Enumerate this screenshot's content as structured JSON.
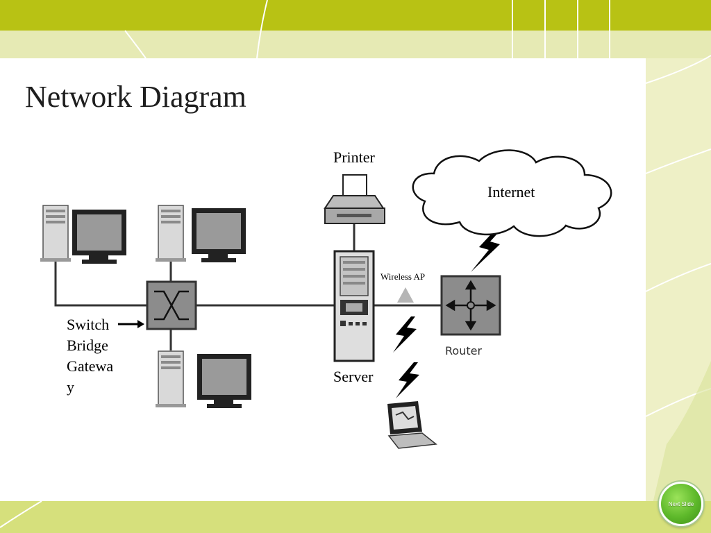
{
  "slide": {
    "title": "Network Diagram",
    "next_button_label": "Next Slide"
  },
  "diagram": {
    "labels": {
      "printer": "Printer",
      "internet": "Internet",
      "wireless_ap": "Wireless AP",
      "server": "Server",
      "router": "Router",
      "switch_lines": [
        "Switch",
        "Bridge",
        "Gatewa",
        "y"
      ]
    },
    "nodes": [
      "workstation-1",
      "workstation-2",
      "workstation-3",
      "switch",
      "printer",
      "server",
      "wireless-ap",
      "router",
      "internet-cloud",
      "laptop"
    ]
  },
  "colors": {
    "accent_bar": "#b8c214",
    "slide_background": "#ffffff",
    "page_background": "#eef1c9",
    "button_green": "#5db82a"
  }
}
